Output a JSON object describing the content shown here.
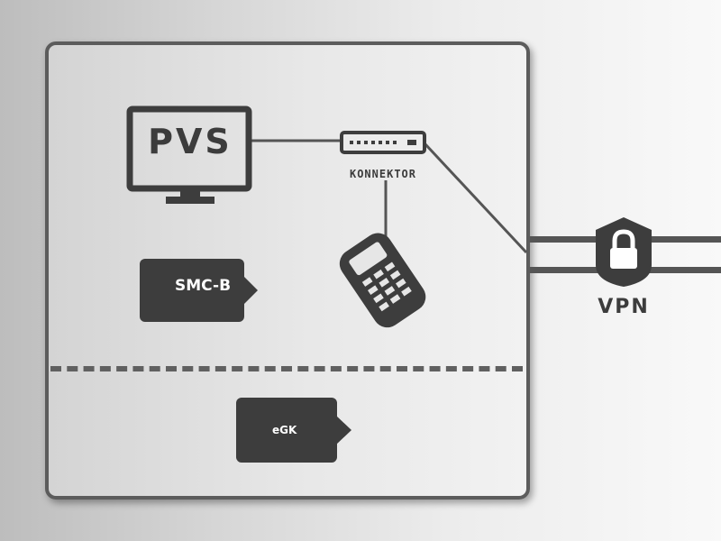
{
  "diagram": {
    "nodes": {
      "pvs": {
        "label": "PVS",
        "icon": "monitor-icon"
      },
      "konnektor": {
        "label": "KONNEKTOR",
        "icon": "router-icon"
      },
      "terminal": {
        "icon": "card-terminal-icon"
      },
      "smcb": {
        "label": "SMC-B",
        "icon": "chip-card-icon"
      },
      "egk": {
        "label": "eGK",
        "icon": "health-card-icon"
      },
      "vpn": {
        "label": "VPN",
        "icon": "shield-lock-icon"
      }
    },
    "edges": [
      [
        "pvs",
        "konnektor"
      ],
      [
        "konnektor",
        "terminal"
      ],
      [
        "konnektor",
        "vpn"
      ]
    ],
    "colors": {
      "icon": "#3d3d3d",
      "frame": "#5c5c5c",
      "text": "#3c3c3c"
    }
  }
}
